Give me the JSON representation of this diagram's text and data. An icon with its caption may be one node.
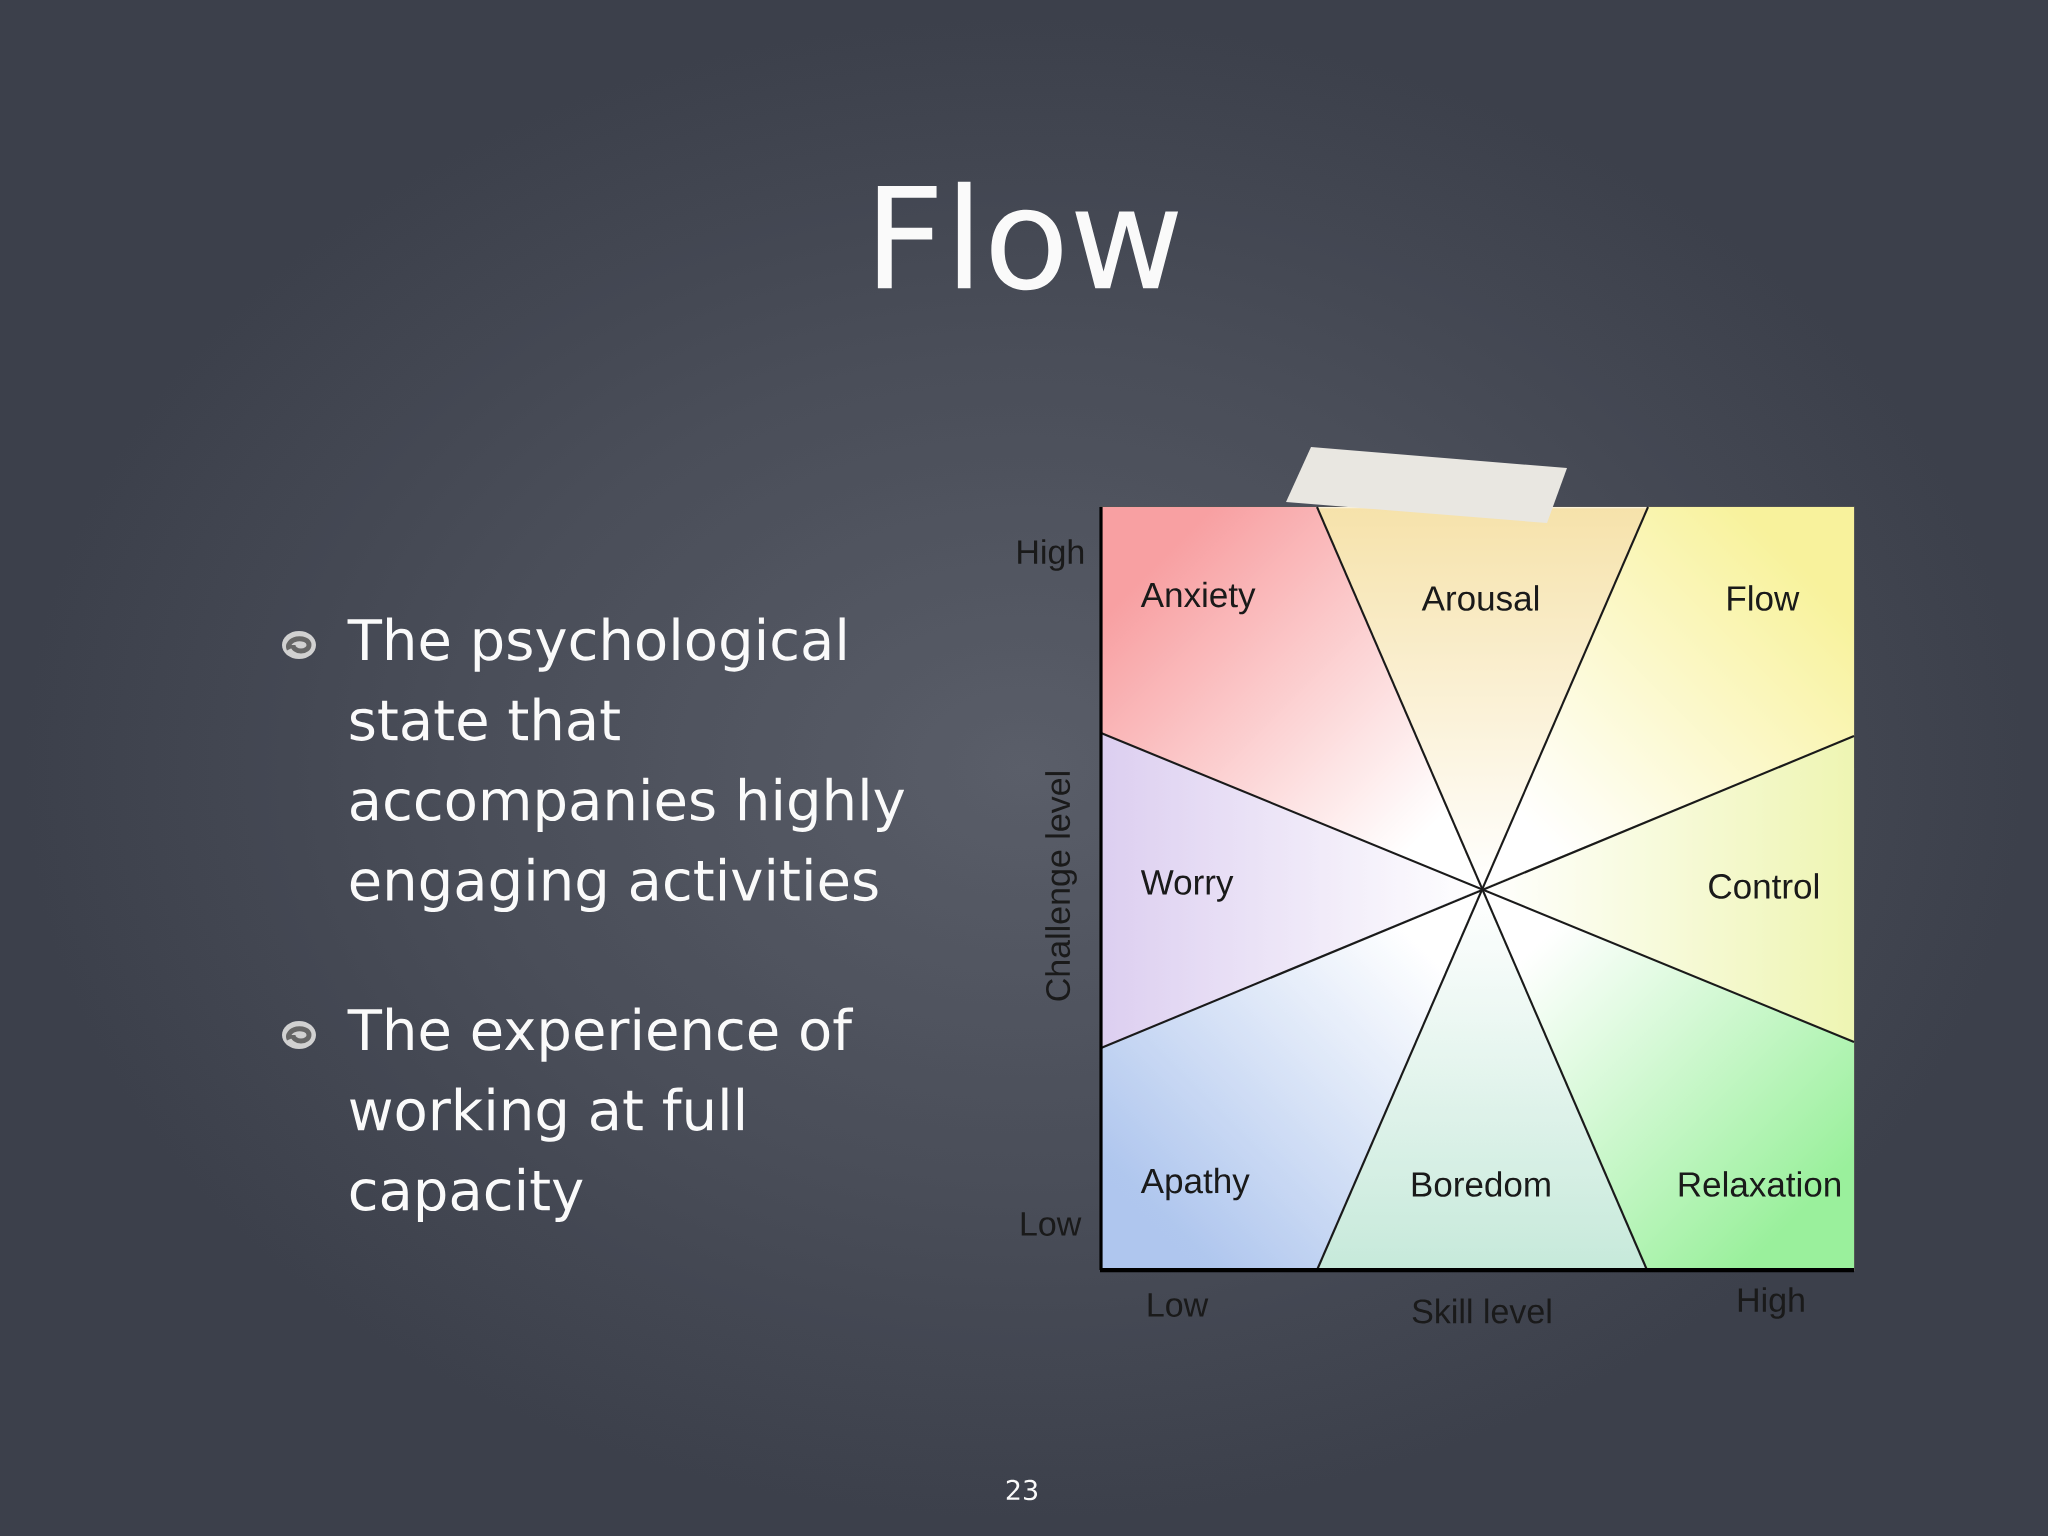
{
  "diagram": {
    "title": "Flow",
    "nodes": [
      {
        "text": [
          "Anxiety"
        ]
      },
      {
        "text": [
          "Arousal"
        ]
      },
      {
        "text": [
          "Flow"
        ]
      },
      {
        "text": [
          "Worry"
        ]
      },
      {
        "text": [
          "Control"
        ]
      },
      {
        "text": [
          "Apathy"
        ]
      },
      {
        "text": [
          "Boredom"
        ]
      },
      {
        "text": [
          "Relaxation"
        ]
      }
    ],
    "labels": [
      "The psychological state that accompanies highly engaging activities",
      "The experience of working at full capacity",
      "High",
      "Challenge level",
      "Low",
      "Low",
      "Skill level",
      "High",
      "23"
    ]
  }
}
